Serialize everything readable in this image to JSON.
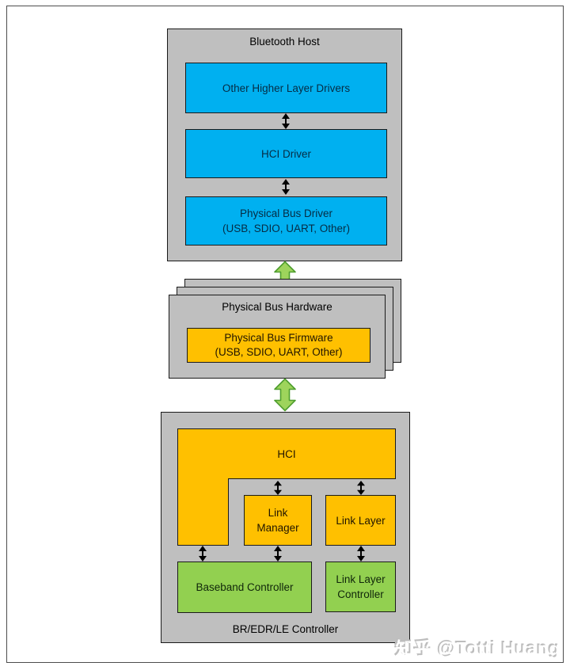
{
  "colors": {
    "panel_gray": "#bfbfbf",
    "host_layer_blue": "#00b0f0",
    "firmware_orange": "#ffc000",
    "controller_green": "#92d050",
    "connector_fill": "#9ed45c",
    "connector_stroke": "#4f9e2f",
    "watermark_gray": "#bdbdbd"
  },
  "host": {
    "title": "Bluetooth Host",
    "layers": [
      {
        "label": "Other Higher Layer Drivers"
      },
      {
        "label": "HCI Driver"
      },
      {
        "line1": "Physical Bus Driver",
        "line2": "(USB, SDIO, UART, Other)"
      }
    ]
  },
  "bus": {
    "title": "Physical Bus Hardware",
    "firmware": {
      "line1": "Physical Bus Firmware",
      "line2": "(USB, SDIO, UART, Other)"
    }
  },
  "controller": {
    "title": "BR/EDR/LE Controller",
    "hci_label": "HCI",
    "link_manager": {
      "line1": "Link",
      "line2": "Manager"
    },
    "link_layer_label": "Link Layer",
    "baseband_label": "Baseband Controller",
    "link_layer_controller": {
      "line1": "Link Layer",
      "line2": "Controller"
    }
  },
  "watermark": "知乎 @Totti Huang"
}
